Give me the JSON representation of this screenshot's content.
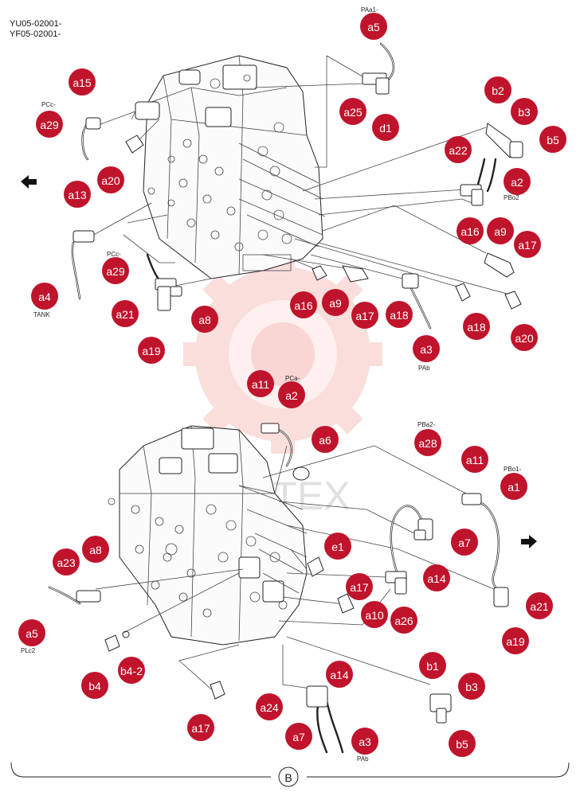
{
  "header": {
    "line1": "YU05-02001-",
    "line2": "YF05-02001-"
  },
  "section_mark": "B",
  "watermark": "ИНТЕХ",
  "colors": {
    "bubble": "#c0142c",
    "watermark": "#e63a2e"
  },
  "arrows": {
    "top_left": "arrow-left-icon",
    "bottom_right": "arrow-right-icon"
  },
  "top_view": {
    "callouts": [
      "a5",
      "a25",
      "d1",
      "b2",
      "b3",
      "b5",
      "a22",
      "a2",
      "a16",
      "a9",
      "a17",
      "a15",
      "a29",
      "a20",
      "a13",
      "a4",
      "a29",
      "a21",
      "a8",
      "a19",
      "a16",
      "a9",
      "a17",
      "a18",
      "a18",
      "a20",
      "a3"
    ],
    "labels": [
      "PAa1-",
      "PCc-",
      "PBo2",
      "TANK",
      "PCc-",
      "PAb"
    ]
  },
  "bottom_view": {
    "callouts": [
      "a11",
      "a2",
      "a6",
      "a28",
      "a11",
      "a1",
      "a7",
      "a14",
      "e1",
      "a17",
      "a10",
      "a26",
      "a21",
      "a19",
      "a23",
      "a8",
      "a5",
      "b4",
      "b4-2",
      "a14",
      "a24",
      "a7",
      "a3",
      "a17",
      "b1",
      "b3",
      "b5"
    ],
    "labels": [
      "PCa-",
      "PBa2-",
      "PBo1-",
      "PLc2",
      "PAb"
    ]
  }
}
